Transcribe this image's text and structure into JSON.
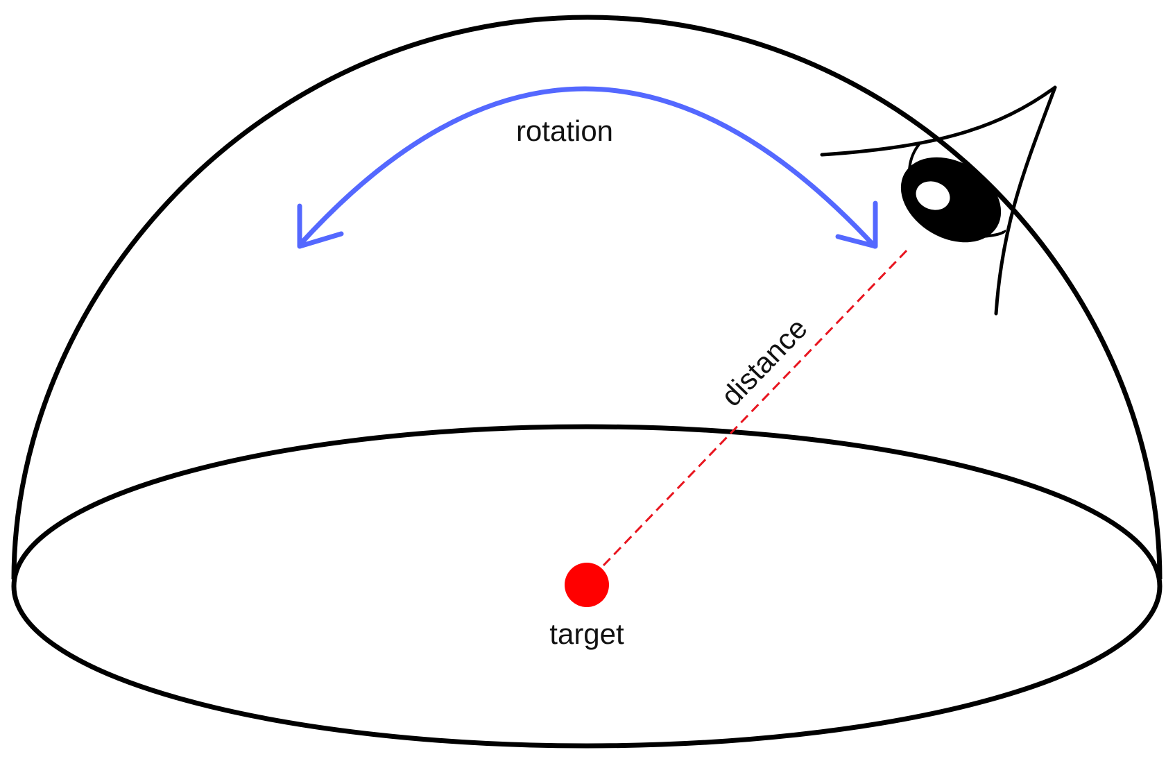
{
  "labels": {
    "rotation": "rotation",
    "distance": "distance",
    "target": "target"
  },
  "colors": {
    "outline": "#000000",
    "rotation_arrow": "#5468ff",
    "distance_line": "#e8151f",
    "target_dot": "#ff0000",
    "background": "#ffffff"
  },
  "icons": {
    "camera": "eye-icon"
  }
}
